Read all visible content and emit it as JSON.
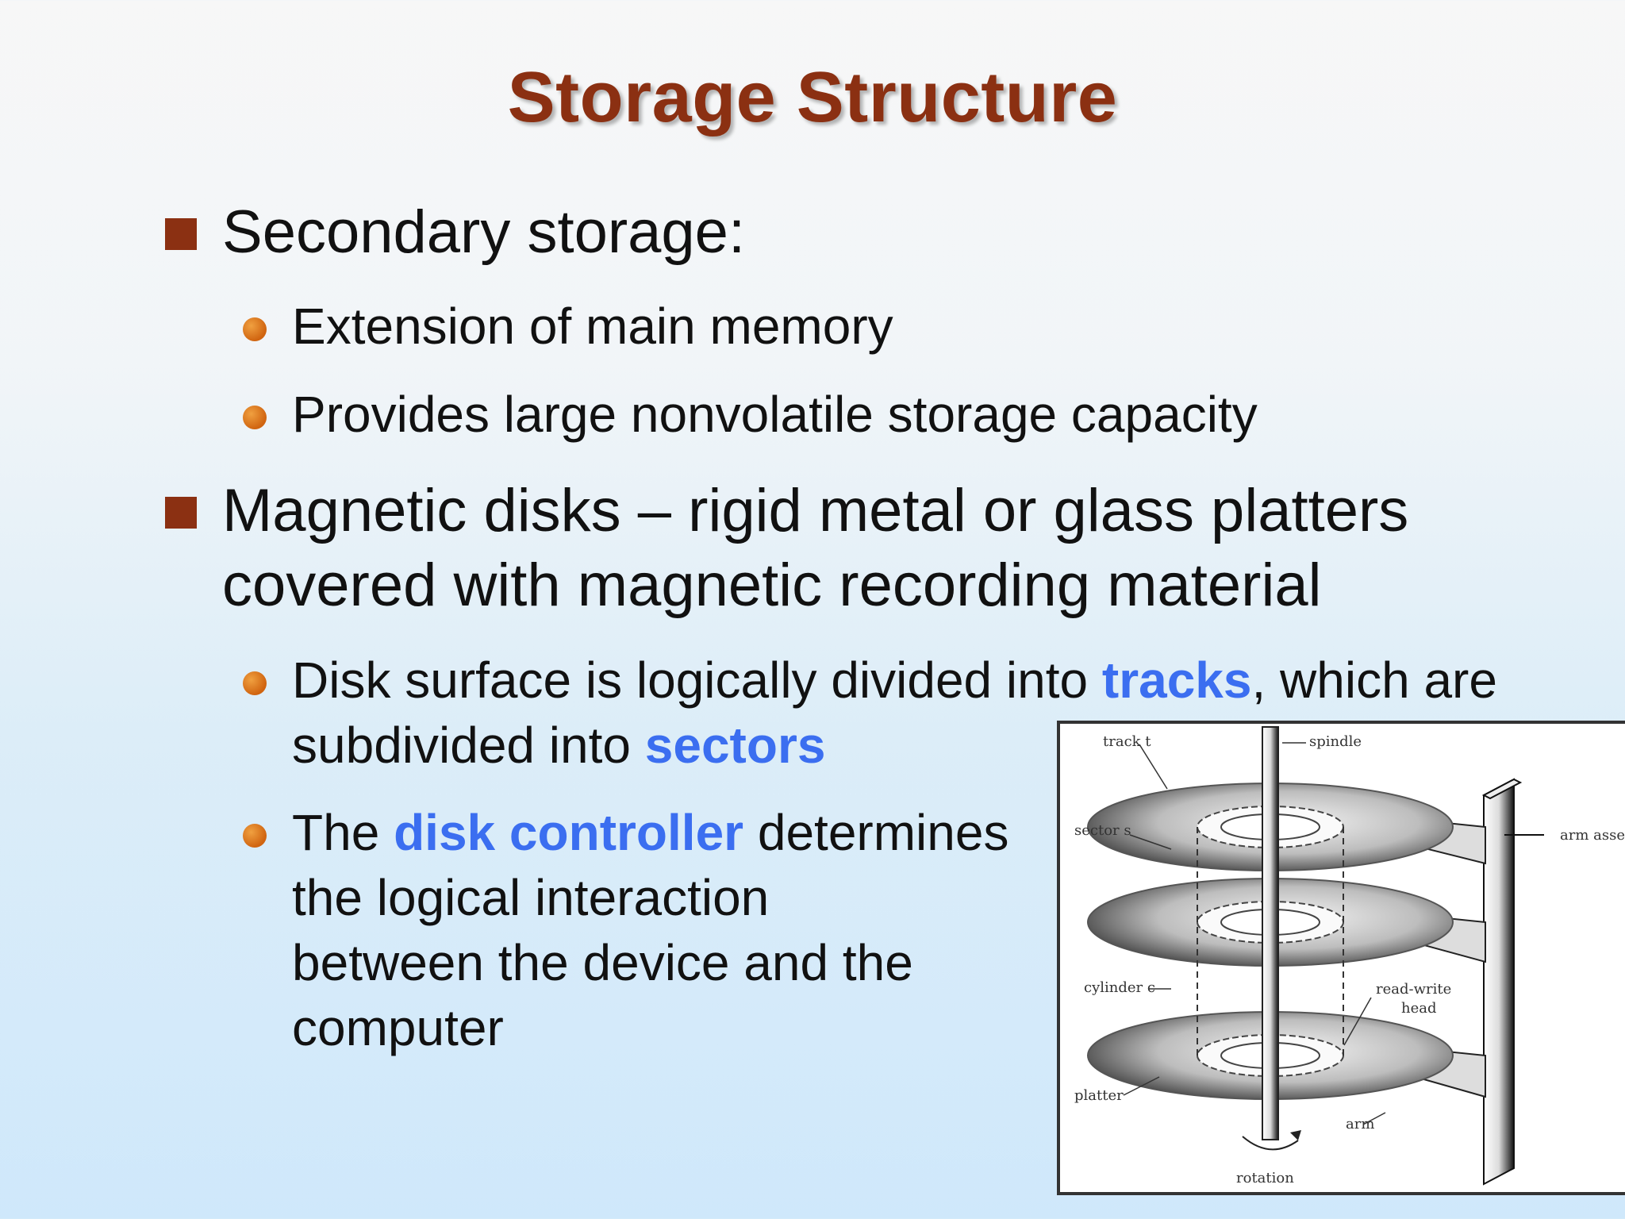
{
  "title": "Storage Structure",
  "bullet1": {
    "text": "Secondary storage:",
    "sub": [
      "Extension of main memory",
      "Provides large nonvolatile storage capacity"
    ]
  },
  "bullet2": {
    "line1": "Magnetic disks – rigid metal or glass platters",
    "line2": "covered with magnetic recording material",
    "sub1": {
      "a": "Disk surface is logically divided into ",
      "hl1": "tracks",
      "b": ", which are",
      "c": "subdivided into ",
      "hl2": "sectors"
    },
    "sub2": {
      "a": "The ",
      "hl": "disk controller",
      "b": " determines",
      "line2": "the logical interaction",
      "line3": "between the device and the",
      "line4": "computer"
    }
  },
  "figure": {
    "labels": {
      "track": "track t",
      "spindle": "spindle",
      "arm_assembly": "arm assembly",
      "sector": "sector s",
      "cylinder": "cylinder c",
      "read_write_head": "read-write",
      "read_write_head_2": "head",
      "platter": "platter",
      "arm": "arm",
      "rotation": "rotation"
    }
  }
}
